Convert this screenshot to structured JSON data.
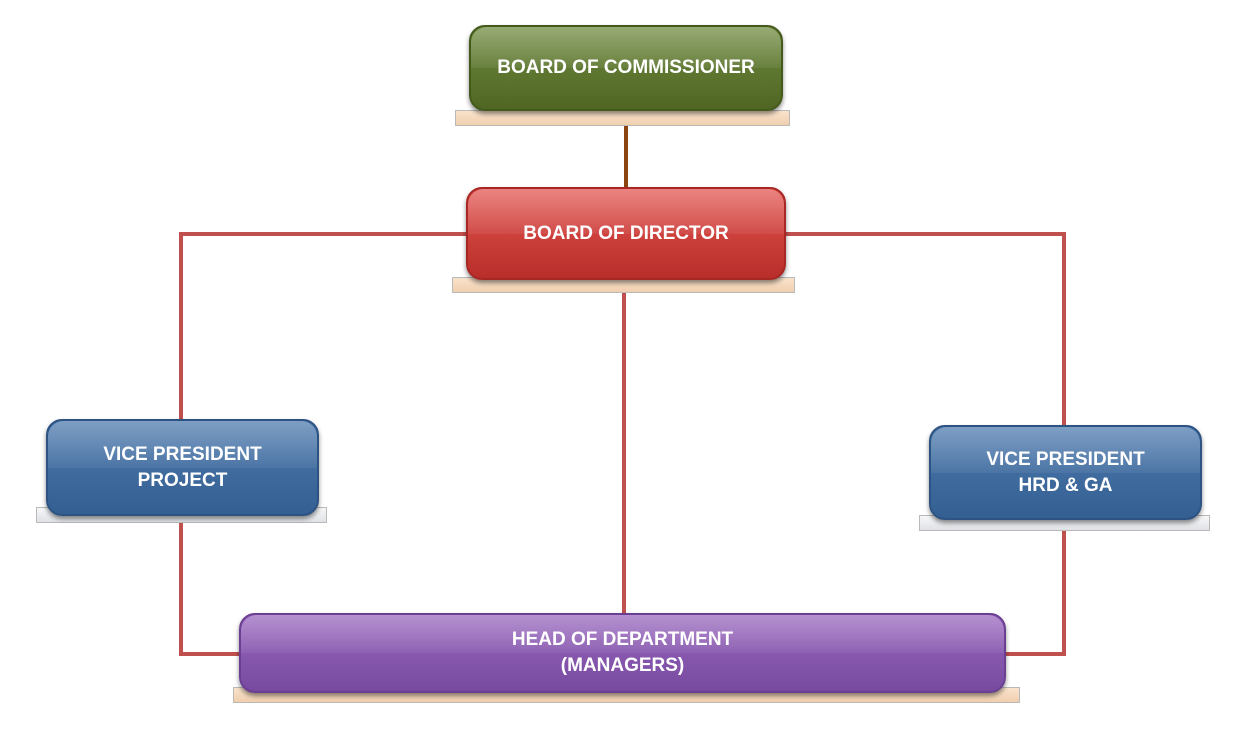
{
  "org_chart": {
    "commissioner": {
      "label": "BOARD OF COMMISSIONER"
    },
    "director": {
      "label": "BOARD OF DIRECTOR"
    },
    "vp_project": {
      "line1": "VICE PRESIDENT",
      "line2": "PROJECT"
    },
    "vp_hrd": {
      "line1": "VICE PRESIDENT",
      "line2": "HRD & GA"
    },
    "head_department": {
      "line1": "HEAD OF DEPARTMENT",
      "line2": "(MANAGERS)"
    }
  },
  "colors": {
    "commissioner": "#5b7530",
    "director": "#cc3e3a",
    "vice_president": "#3f6ca0",
    "head_department": "#8656ae",
    "connector_red": "#c0504d",
    "connector_brown": "#8b4513"
  }
}
